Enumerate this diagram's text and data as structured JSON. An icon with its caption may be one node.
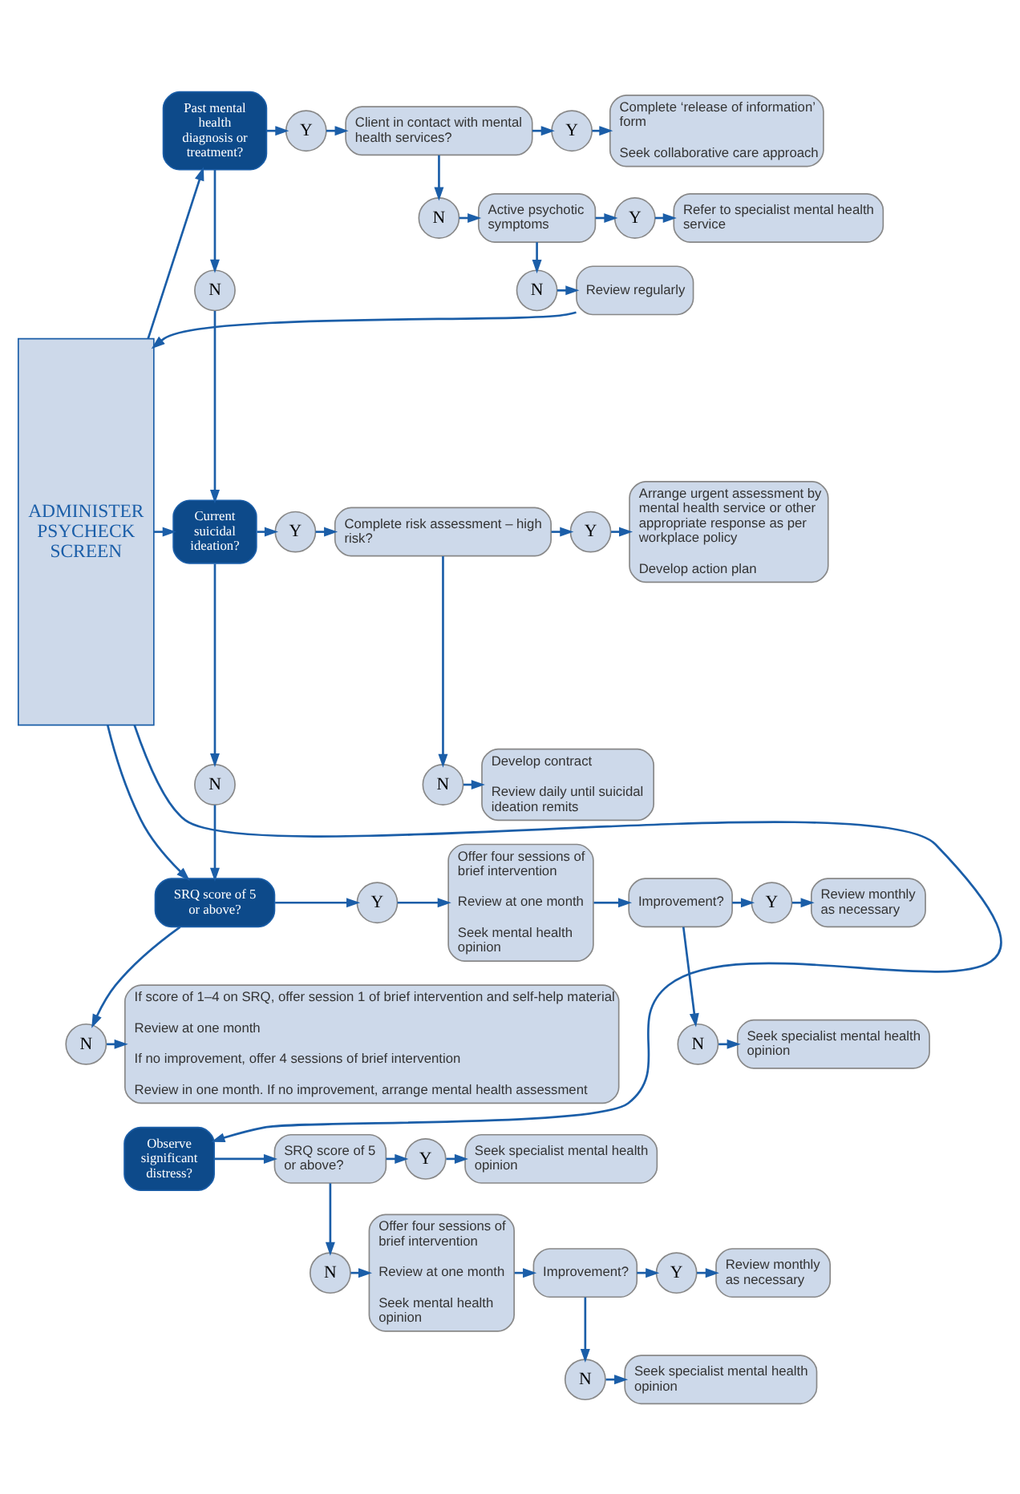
{
  "diagram": {
    "nodes": [
      {
        "text": [
          "ADMINISTER PSYCHECK SCREEN"
        ]
      },
      {
        "text": [
          "Past mental health diagnosis or treatment?"
        ]
      },
      {
        "text": [
          "N"
        ]
      },
      {
        "text": [
          "Y"
        ]
      },
      {
        "text": [
          "Client in contact with mental health services?"
        ]
      },
      {
        "text": [
          "Y"
        ]
      },
      {
        "text": [
          "Complete ‘release of information’ form",
          "Seek collaborative care approach"
        ]
      },
      {
        "text": [
          "N"
        ]
      },
      {
        "text": [
          "Active psychotic symptoms"
        ]
      },
      {
        "text": [
          "Y"
        ]
      },
      {
        "text": [
          "Refer to specialist mental health service"
        ]
      },
      {
        "text": [
          "N"
        ]
      },
      {
        "text": [
          "Review regularly"
        ]
      },
      {
        "text": [
          "Current suicidal ideation?"
        ]
      },
      {
        "text": [
          "N"
        ]
      },
      {
        "text": [
          "Y"
        ]
      },
      {
        "text": [
          "Complete risk assessment – high risk?"
        ]
      },
      {
        "text": [
          "Y"
        ]
      },
      {
        "text": [
          "Arrange urgent assessment by mental health service or other appropriate response as per workplace policy",
          "Develop action plan"
        ]
      },
      {
        "text": [
          "N"
        ]
      },
      {
        "text": [
          "Develop contract",
          "Review daily until suicidal ideation remits"
        ]
      },
      {
        "text": [
          "SRQ score of 5 or above?"
        ]
      },
      {
        "text": [
          "N"
        ]
      },
      {
        "text": [
          "If score of 1–4 on SRQ, offer session 1 of brief intervention and self-help material",
          "Review at one month",
          "If no improvement, offer 4 sessions of brief intervention",
          "Review in one month. If no improvement, arrange mental health assessment"
        ]
      },
      {
        "text": [
          "Y"
        ]
      },
      {
        "text": [
          "Offer four sessions of brief intervention",
          "Review at one month",
          "Seek mental health opinion"
        ]
      },
      {
        "text": [
          "Improvement?"
        ]
      },
      {
        "text": [
          "Y"
        ]
      },
      {
        "text": [
          "Review monthly as necessary"
        ]
      },
      {
        "text": [
          "N"
        ]
      },
      {
        "text": [
          "Seek specialist mental health opinion"
        ]
      },
      {
        "text": [
          "Observe significant distress?"
        ]
      },
      {
        "text": [
          "SRQ score of 5 or above?"
        ]
      },
      {
        "text": [
          "Y"
        ]
      },
      {
        "text": [
          "Seek specialist mental health opinion"
        ]
      },
      {
        "text": [
          "N"
        ]
      },
      {
        "text": [
          "Offer four sessions of brief intervention",
          "Review at one month",
          "Seek mental health opinion"
        ]
      },
      {
        "text": [
          "Improvement?"
        ]
      },
      {
        "text": [
          "Y"
        ]
      },
      {
        "text": [
          "Review monthly as necessary"
        ]
      },
      {
        "text": [
          "N"
        ]
      },
      {
        "text": [
          "Seek specialist mental health opinion"
        ]
      }
    ],
    "edges": [
      {
        "from": 0,
        "to": 1,
        "arrow": "to"
      },
      {
        "from": 1,
        "to": 3,
        "arrow": "to"
      },
      {
        "from": 3,
        "to": 4,
        "arrow": "to"
      },
      {
        "from": 4,
        "to": 5,
        "arrow": "to"
      },
      {
        "from": 5,
        "to": 6,
        "arrow": "to"
      },
      {
        "from": 4,
        "to": 7,
        "arrow": "to"
      },
      {
        "from": 7,
        "to": 8,
        "arrow": "to"
      },
      {
        "from": 8,
        "to": 9,
        "arrow": "to"
      },
      {
        "from": 9,
        "to": 10,
        "arrow": "to"
      },
      {
        "from": 8,
        "to": 11,
        "arrow": "to"
      },
      {
        "from": 11,
        "to": 12,
        "arrow": "to"
      },
      {
        "from": 12,
        "to": 0,
        "arrow": "to"
      },
      {
        "from": 1,
        "to": 2,
        "arrow": "to"
      },
      {
        "from": 2,
        "to": 13,
        "arrow": "to"
      },
      {
        "from": 0,
        "to": 13,
        "arrow": "to"
      },
      {
        "from": 13,
        "to": 15,
        "arrow": "to"
      },
      {
        "from": 15,
        "to": 16,
        "arrow": "to"
      },
      {
        "from": 16,
        "to": 17,
        "arrow": "to"
      },
      {
        "from": 17,
        "to": 18,
        "arrow": "to"
      },
      {
        "from": 16,
        "to": 19,
        "arrow": "to"
      },
      {
        "from": 19,
        "to": 20,
        "arrow": "to"
      },
      {
        "from": 13,
        "to": 14,
        "arrow": "to"
      },
      {
        "from": 14,
        "to": 21,
        "arrow": "to"
      },
      {
        "from": 0,
        "to": 21,
        "arrow": "to"
      },
      {
        "from": 21,
        "to": 24,
        "arrow": "to"
      },
      {
        "from": 24,
        "to": 25,
        "arrow": "to"
      },
      {
        "from": 25,
        "to": 26,
        "arrow": "to"
      },
      {
        "from": 26,
        "to": 27,
        "arrow": "to"
      },
      {
        "from": 27,
        "to": 28,
        "arrow": "to"
      },
      {
        "from": 26,
        "to": 29,
        "arrow": "to"
      },
      {
        "from": 29,
        "to": 30,
        "arrow": "to"
      },
      {
        "from": 21,
        "to": 22,
        "arrow": "to"
      },
      {
        "from": 22,
        "to": 23,
        "arrow": "to"
      },
      {
        "from": 0,
        "to": 31,
        "arrow": "to"
      },
      {
        "from": 31,
        "to": 32,
        "arrow": "to"
      },
      {
        "from": 32,
        "to": 33,
        "arrow": "to"
      },
      {
        "from": 33,
        "to": 34,
        "arrow": "to"
      },
      {
        "from": 32,
        "to": 35,
        "arrow": "to"
      },
      {
        "from": 35,
        "to": 36,
        "arrow": "to"
      },
      {
        "from": 36,
        "to": 37,
        "arrow": "to"
      },
      {
        "from": 37,
        "to": 38,
        "arrow": "to"
      },
      {
        "from": 38,
        "to": 39,
        "arrow": "to"
      },
      {
        "from": 37,
        "to": 40,
        "arrow": "to"
      },
      {
        "from": 40,
        "to": 41,
        "arrow": "to"
      }
    ]
  }
}
